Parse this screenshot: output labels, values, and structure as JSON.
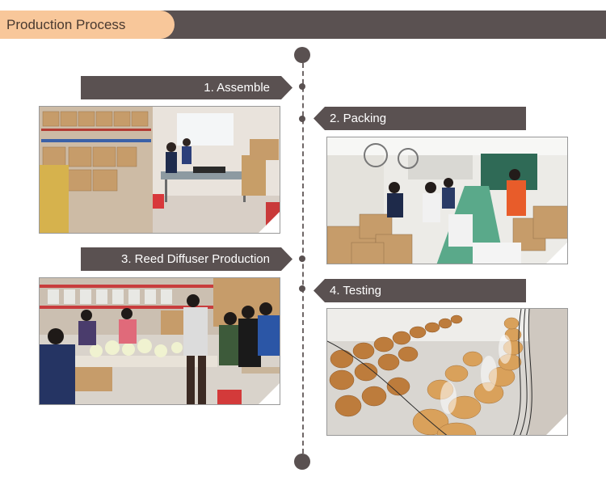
{
  "header": {
    "title": "Production Process"
  },
  "steps": [
    {
      "label": "1. Assemble"
    },
    {
      "label": "2. Packing"
    },
    {
      "label": "3. Reed Diffuser Production"
    },
    {
      "label": "4. Testing"
    }
  ],
  "colors": {
    "bar": "#5a5151",
    "tab": "#f8c79a",
    "text_light": "#ffffff"
  }
}
